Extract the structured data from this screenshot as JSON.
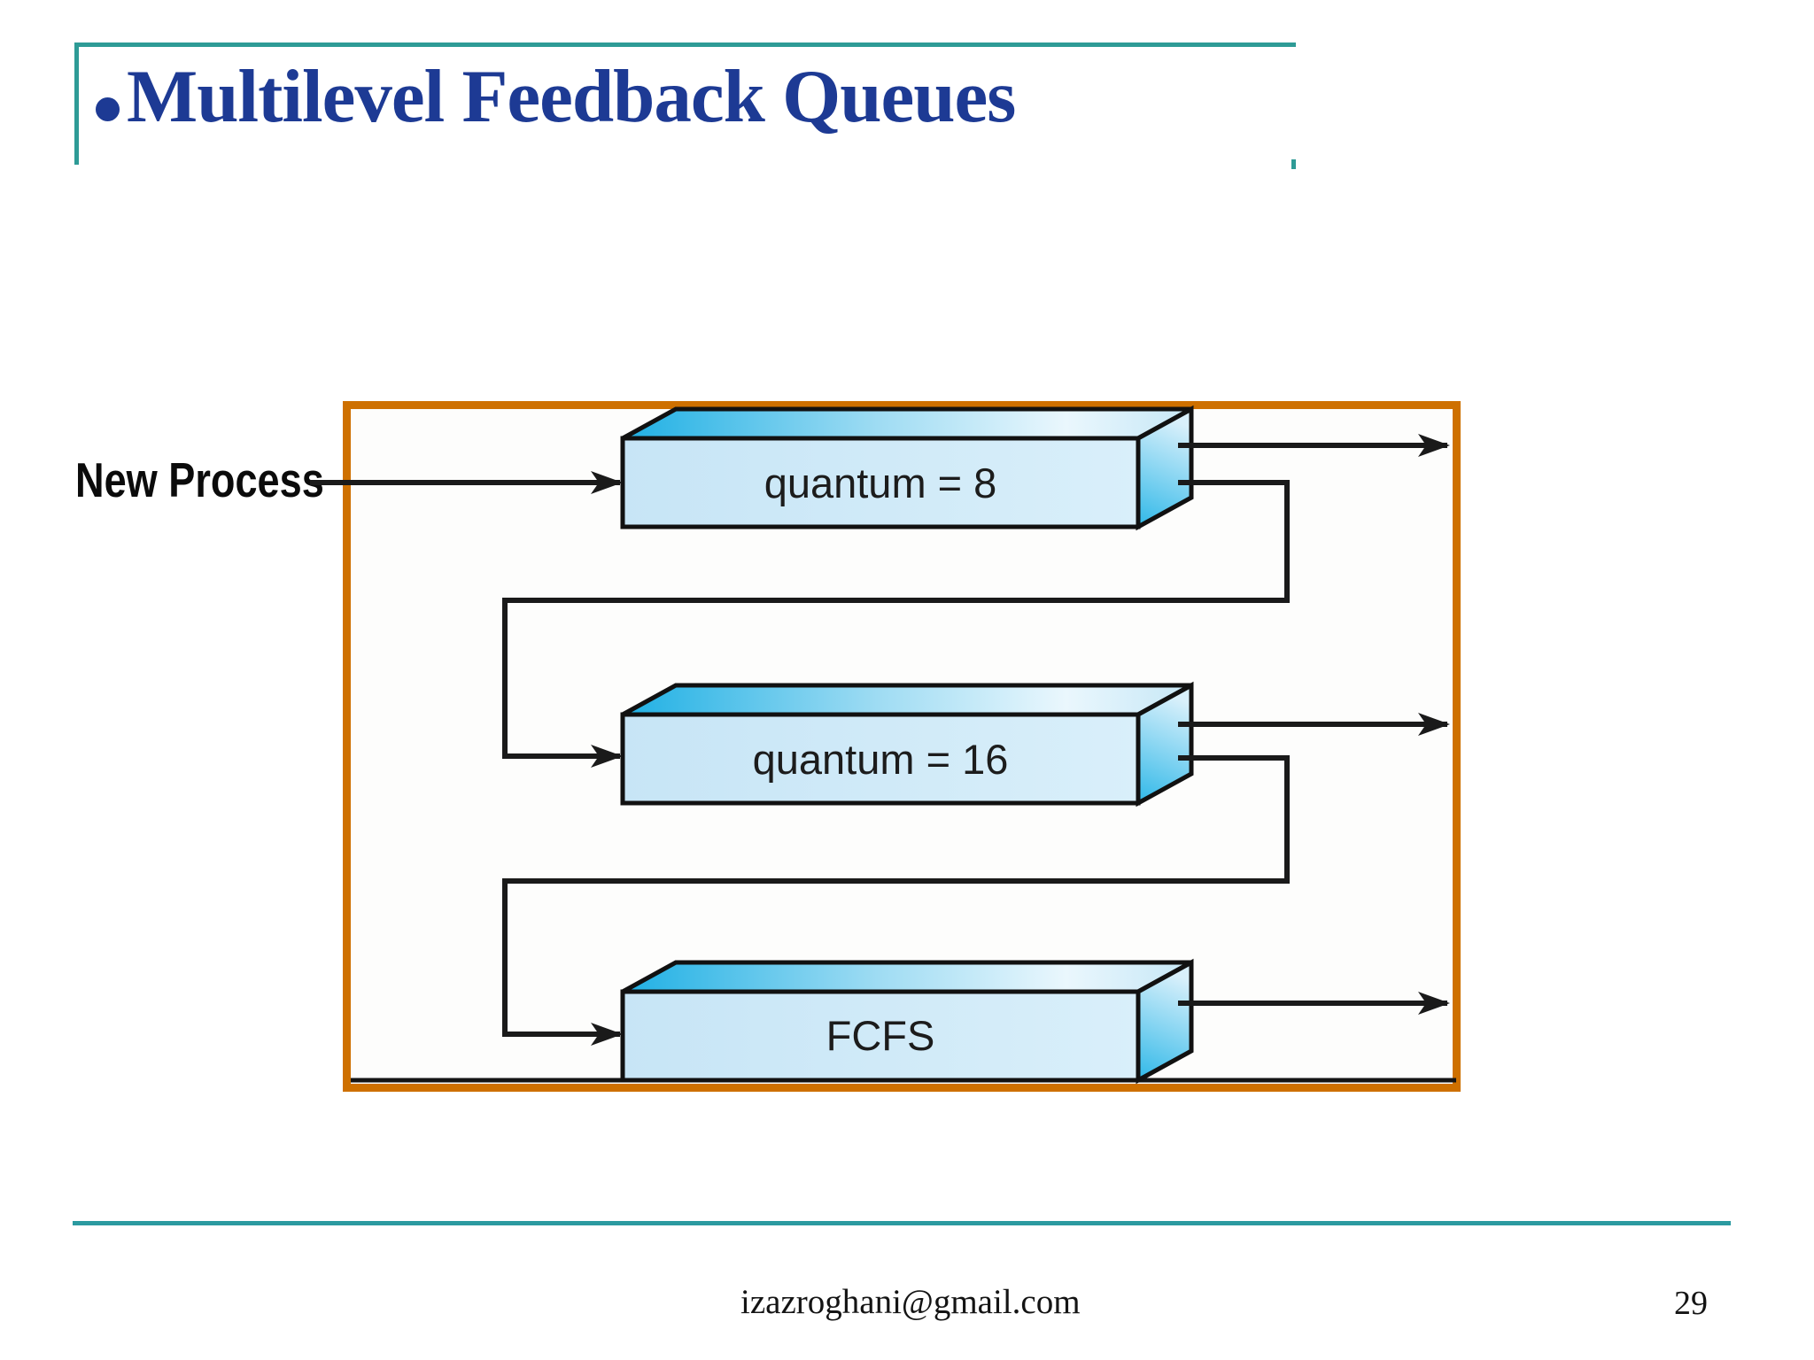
{
  "slide": {
    "title": "Multilevel Feedback Queues",
    "new_process_label": "New Process",
    "footer_email": "izazroghani@gmail.com",
    "page_number": "29"
  },
  "diagram": {
    "description_visible_elements": "three 3D queue boxes inside an orange frame connected by black arrows",
    "queues": [
      {
        "label": "quantum = 8"
      },
      {
        "label": "quantum = 16"
      },
      {
        "label": "FCFS"
      }
    ]
  },
  "colors": {
    "title_blue": "#1d3a94",
    "frame_teal": "#2e9b96",
    "bottom_rule_teal": "#2b9aa0",
    "diagram_frame_orange": "#ce7000",
    "box_front_blue": "#cbe7f7",
    "box_accent_cyan": "#29b5e6",
    "arrow_black": "#1a1a1a"
  }
}
